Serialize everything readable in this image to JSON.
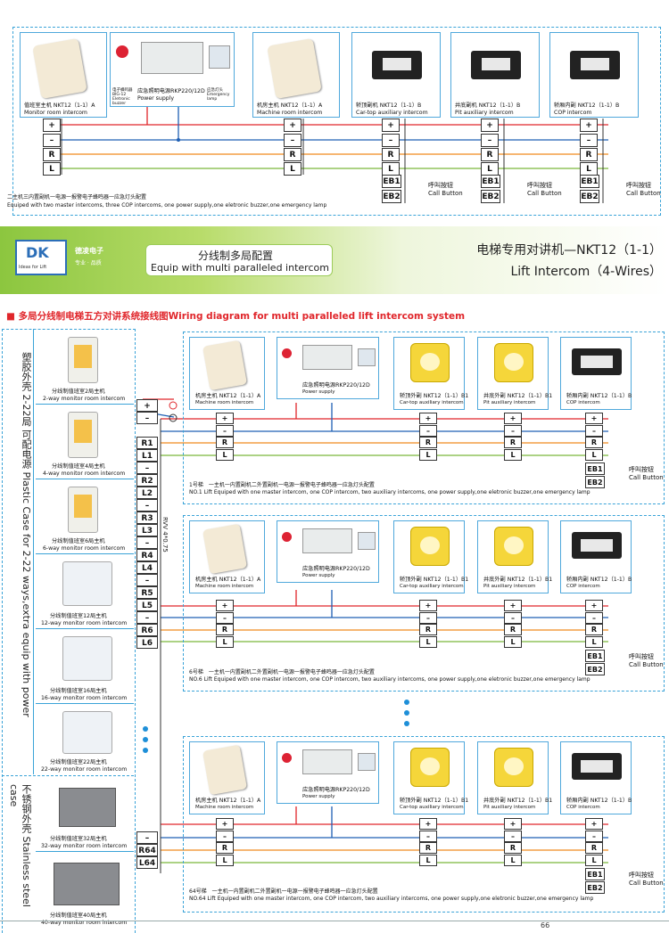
{
  "banner": {
    "logo_sub": "Ideas for Lift",
    "company": "德凌电子",
    "company_sub": "专业 · 品质",
    "config_cn": "分线制多局配置",
    "config_en": "Equip with multi paralleled intercom",
    "title_cn": "电梯专用对讲机—NKT12（1-1）",
    "title_en": "Lift Intercom（4-Wires）"
  },
  "top": {
    "devices": [
      {
        "cn": "值班室主机 NKT12（1-1）A",
        "en": "Monitor room intercom"
      },
      {
        "cn": "应急照明电源RKP220/12D",
        "en": "Power supply",
        "buzzer": "电子蜂鸣器 BIG-12 Eletronic buzzer",
        "lamp": "应急灯头 Emergency lamp"
      },
      {
        "cn": "机房主机 NKT12（1-1）A",
        "en": "Machine room intercom"
      },
      {
        "cn": "轿顶副机 NKT12（1-1）B",
        "en": "Car-top auxiliary intercom"
      },
      {
        "cn": "井底副机 NKT12（1-1）B",
        "en": "Pit auxiliary intercom"
      },
      {
        "cn": "轿厢内副 NKT12（1-1）B",
        "en": "COP intercom"
      }
    ],
    "terminals": [
      "+",
      "–",
      "R",
      "L"
    ],
    "call": [
      "EB1",
      "EB2"
    ],
    "call_cn": "呼叫按钮",
    "call_en": "Call Button",
    "note_cn": "二主机三内置副机一电源一报警电子蜂鸣器一应急灯头配置",
    "note_en": "Equiped with two master intercoms, three COP intercoms, one power supply,one eletronic buzzer,one emergency lamp"
  },
  "section_title": "■ 多局分线制电梯五方对讲系统接线图Wiring diagram for multi paralleled lift intercom system",
  "left_panel": {
    "plastic_cn": "塑胶外壳 2-22局 可配电源",
    "plastic_en": "Plastic Case for 2-22 ways,extra equip with power",
    "steel_cn": "不锈钢外壳",
    "steel_en": "Stainless steel case",
    "units": [
      {
        "cn": "分线制值班室2局主机",
        "en": "2-way monitor room intercom"
      },
      {
        "cn": "分线制值班室4局主机",
        "en": "4-way monitor room intercom"
      },
      {
        "cn": "分线制值班室6局主机",
        "en": "6-way monitor room intercom"
      },
      {
        "cn": "分线制值班室12局主机",
        "en": "12-way monitor room intercom"
      },
      {
        "cn": "分线制值班室16局主机",
        "en": "16-way monitor room intercom"
      },
      {
        "cn": "分线制值班室22局主机",
        "en": "22-way monitor room intercom"
      },
      {
        "cn": "分线制值班室32局主机",
        "en": "32-way monitor room intercom"
      },
      {
        "cn": "分线制值班室40局主机",
        "en": "40-way monitor room intercom"
      }
    ],
    "bus": [
      "+",
      "–",
      "R1",
      "L1",
      "–",
      "R2",
      "L2",
      "–",
      "R3",
      "L3",
      "–",
      "R4",
      "L4",
      "–",
      "R5",
      "L5",
      "–",
      "R6",
      "L6"
    ],
    "bus_bottom": [
      "–",
      "R64",
      "L64"
    ],
    "cable": "RVV 4*0.75"
  },
  "lifts": [
    {
      "note_cn": "1号梯　一主机一内置副机二外置副机一电源一报警电子蜂鸣器一应急灯头配置",
      "note_en": "NO.1 Lift  Equiped with one master intercom, one COP intercom, two auxiliary intercoms, one power supply,one eletronic buzzer,one emergency lamp"
    },
    {
      "note_cn": "6号梯　一主机一内置副机二外置副机一电源一报警电子蜂鸣器一应急灯头配置",
      "note_en": "NO.6 Lift  Equiped with one master intercom, one COP intercom, two auxiliary intercoms, one power supply,one eletronic buzzer,one emergency lamp"
    },
    {
      "note_cn": "64号梯　一主机一内置副机二外置副机一电源一报警电子蜂鸣器一应急灯头配置",
      "note_en": "NO.64 Lift  Equiped with one master intercom, one COP intercom, two auxiliary intercoms, one power supply,one eletronic buzzer,one emergency lamp"
    }
  ],
  "lift_devices": [
    {
      "cn": "机房主机 NKT12（1-1）A",
      "en": "Machine room intercom"
    },
    {
      "cn": "应急照明电源RKP220/12D",
      "en": "Power supply"
    },
    {
      "cn": "轿顶外副 NKT12（1-1）B1",
      "en": "Car-top auxiliary intercom"
    },
    {
      "cn": "井底外副 NKT12（1-1）B1",
      "en": "Pit auxiliary intercom"
    },
    {
      "cn": "轿厢内副 NKT12（1-1）B",
      "en": "COP intercom"
    }
  ],
  "lift_terminals": [
    "+",
    "–",
    "R",
    "L"
  ],
  "page_number": "66",
  "colors": {
    "blue_dash": "#3aa3d8",
    "plus": "#e0262b",
    "minus": "#1e5fb4",
    "r": "#f08a1e",
    "l": "#7ab83a",
    "green": "#8cc63f"
  }
}
